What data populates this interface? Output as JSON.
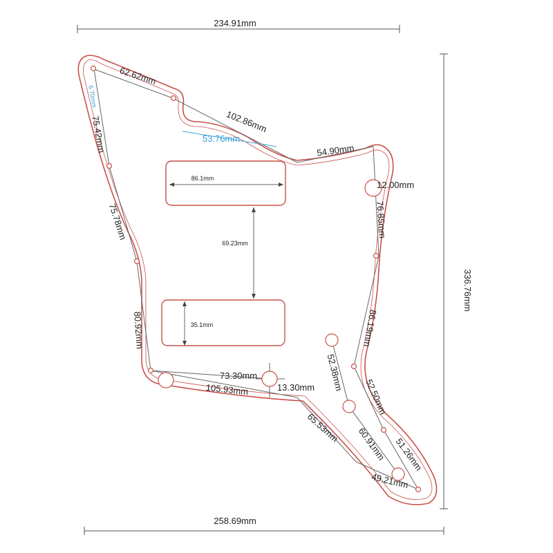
{
  "colors": {
    "outline": "#c9504a",
    "dimension": "#555555",
    "text": "#222222",
    "highlight": "#3aa0d8"
  },
  "dimensions": {
    "top_width": "234.91mm",
    "bottom_width": "258.69mm",
    "height": "336.76mm",
    "edge_top_left": "62.62mm",
    "edge_horn_small": "6.70mm",
    "edge_horn_notch": "53.76mm",
    "edge_top_diagonal": "102.86mm",
    "edge_top_right": "54.90mm",
    "hole_diameter": "12.00mm",
    "edge_right_upper": "76.85mm",
    "edge_right_lower": "86.19mm",
    "edge_left_upper": "75.42mm",
    "edge_left_middle": "75.78mm",
    "edge_left_lower": "80.92mm",
    "pickup_width": "86.1mm",
    "pickup_spacing": "69.23mm",
    "pickup_height": "35.1mm",
    "bottom_left_hole_spacing": "73.30mm",
    "bottom_left_edge": "105.93mm",
    "small_hole": "13.30mm",
    "bottom_diagonal": "65.53mm",
    "control_spacing_a": "52.38mm",
    "control_spacing_b": "60.91mm",
    "right_edge_a": "52.50mm",
    "right_edge_b": "51.26mm",
    "bottom_right": "49.21mm"
  }
}
